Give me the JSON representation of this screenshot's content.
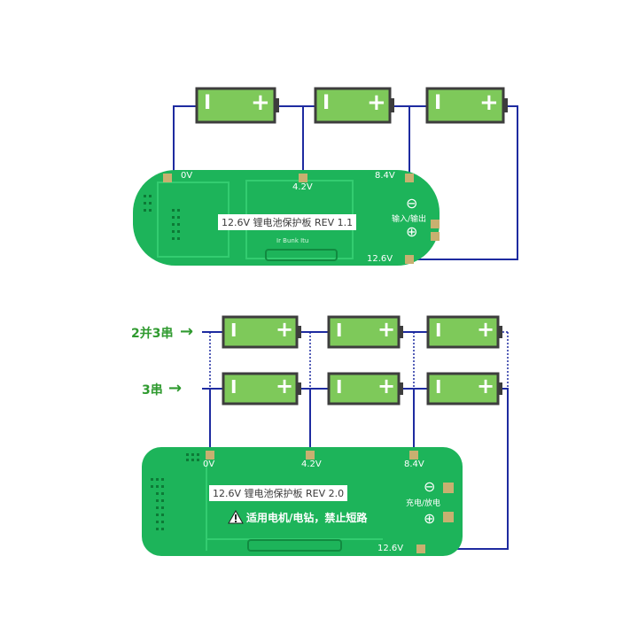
{
  "board1": {
    "label_0v": "0V",
    "label_42v": "4.2V",
    "label_84v": "8.4V",
    "label_126v": "12.6V",
    "title": "12.6V 锂电池保护板 REV 1.1",
    "io_label": "输入/输出",
    "minus_symbol": "⊖",
    "plus_symbol": "⊕",
    "silk_text": "Ir Bunk Itu"
  },
  "board2": {
    "label_0v": "0V",
    "label_42v": "4.2V",
    "label_84v": "8.4V",
    "label_126v": "12.6V",
    "title": "12.6V 锂电池保护板 REV 2.0",
    "warning": "适用电机/电钻，禁止短路",
    "io_label": "充电/放电",
    "minus_symbol": "⊖",
    "plus_symbol": "⊕"
  },
  "labels": {
    "parallel_series": "2并3串",
    "series": "3串",
    "arrow": "→"
  },
  "battery": {
    "minus": "I",
    "plus": "+"
  },
  "colors": {
    "wire": "#1e2ba0",
    "battery_fill": "#7ec95a",
    "battery_border": "#3d3d3d",
    "pcb_green": "#1db45a",
    "pad_gold": "#c8b070",
    "label_green": "#2f9a2f"
  }
}
